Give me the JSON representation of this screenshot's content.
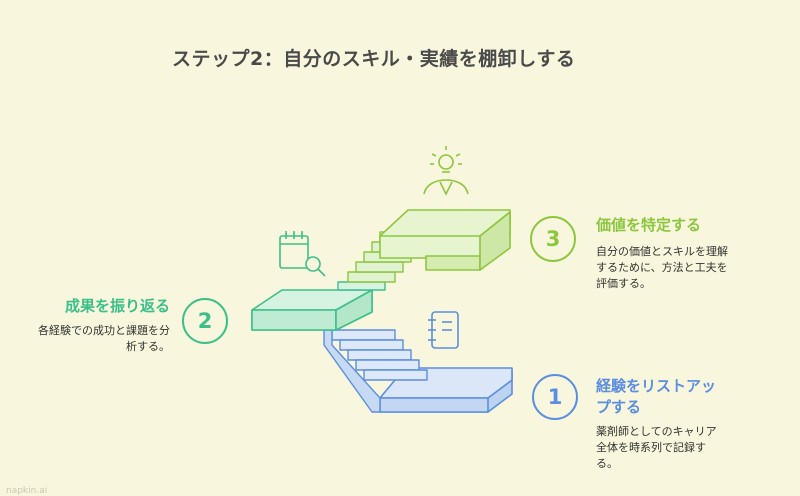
{
  "title": "ステップ2：自分のスキル・実績を棚卸しする",
  "steps": [
    {
      "number": "1",
      "heading": "経験をリストアップする",
      "body": "薬剤師としてのキャリア全体を時系列で記録する。",
      "color": "#5b8ee0",
      "icon": "notebook-icon"
    },
    {
      "number": "2",
      "heading": "成果を振り返る",
      "body": "各経験での成功と課題を分析する。",
      "color": "#3cc08a",
      "icon": "calendar-search-icon"
    },
    {
      "number": "3",
      "heading": "価値を特定する",
      "body": "自分の価値とスキルを理解するために、方法と工夫を評価する。",
      "color": "#8cc63e",
      "icon": "person-lightbulb-icon"
    }
  ],
  "footer": "napkin.ai"
}
